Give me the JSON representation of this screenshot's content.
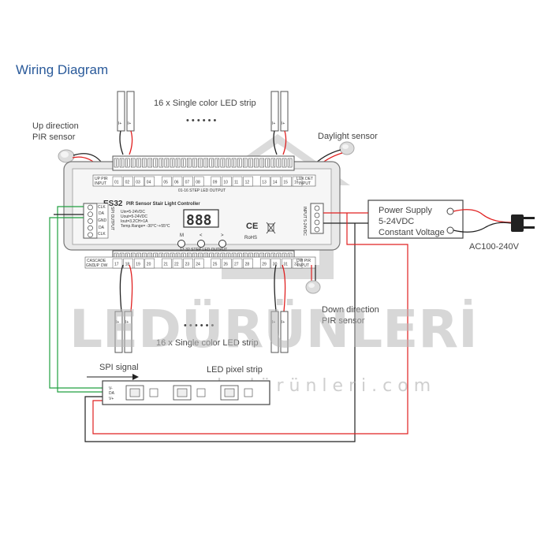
{
  "title": "Wiring Diagram",
  "labels": {
    "top_strip": "16 x Single color LED strip",
    "bottom_strip": "16 x Single color LED strip",
    "up_pir": [
      "Up direction",
      "PIR sensor"
    ],
    "daylight": "Daylight sensor",
    "down_pir": [
      "Down direction",
      "PIR sensor"
    ],
    "power_supply": [
      "Power Supply",
      "5-24VDC",
      "Constant Voltage"
    ],
    "ac": "AC100-240V",
    "spi": "SPI signal",
    "pixel_strip": "LED pixel strip",
    "dots": "• • • • • •"
  },
  "controller": {
    "model": "ES32",
    "name": "PIR Sensor Stair Light Controller",
    "specs": [
      "Uin=5-24VDC",
      "Uout=5-24VDC",
      "Iout=3.2CH×1A",
      "Temp.Range= -30°C~+55°C"
    ],
    "display": "888",
    "buttons": [
      "M",
      "<",
      ">"
    ],
    "top_output": "01-16 STEP LED OUTPUT",
    "bottom_output": "17-32 STEP LED OUTPUT",
    "up_pir_input": [
      "UP PIR",
      "INPUT"
    ],
    "lux_det": [
      "LUX DET",
      "INPUT"
    ],
    "dw_pir": [
      "DW PIR",
      "INPUT"
    ],
    "cascade": "CASCADE",
    "cascade_pins": [
      "GND",
      "UP",
      "DW"
    ],
    "spi_pins": [
      "CLK",
      "DA",
      "GND",
      "DA",
      "CLK"
    ],
    "spi_side_label": "SPI OUTPUT",
    "input_label": "INPUT 5-24VDC",
    "top_channels": [
      "01",
      "02",
      "03",
      "04",
      "05",
      "06",
      "07",
      "08",
      "09",
      "10",
      "11",
      "12",
      "13",
      "14",
      "15",
      "16"
    ],
    "bottom_channels": [
      "17",
      "18",
      "19",
      "20",
      "21",
      "22",
      "23",
      "24",
      "25",
      "26",
      "27",
      "28",
      "29",
      "30",
      "31",
      "32"
    ],
    "ce": "CE",
    "rohs": "RoHS"
  },
  "pixel_pins": [
    "V-",
    "DA",
    "V+"
  ],
  "strip_terminals": [
    "I+",
    "I+"
  ],
  "watermark": {
    "brand": "LEDÜRÜNLERİ",
    "url": "w w w . l e d ü r ü n l e r i . c o m"
  },
  "colors": {
    "title": "#2a5a9a",
    "red_wire": "#e02020",
    "green_wire": "#20a040",
    "black_wire": "#222222"
  }
}
